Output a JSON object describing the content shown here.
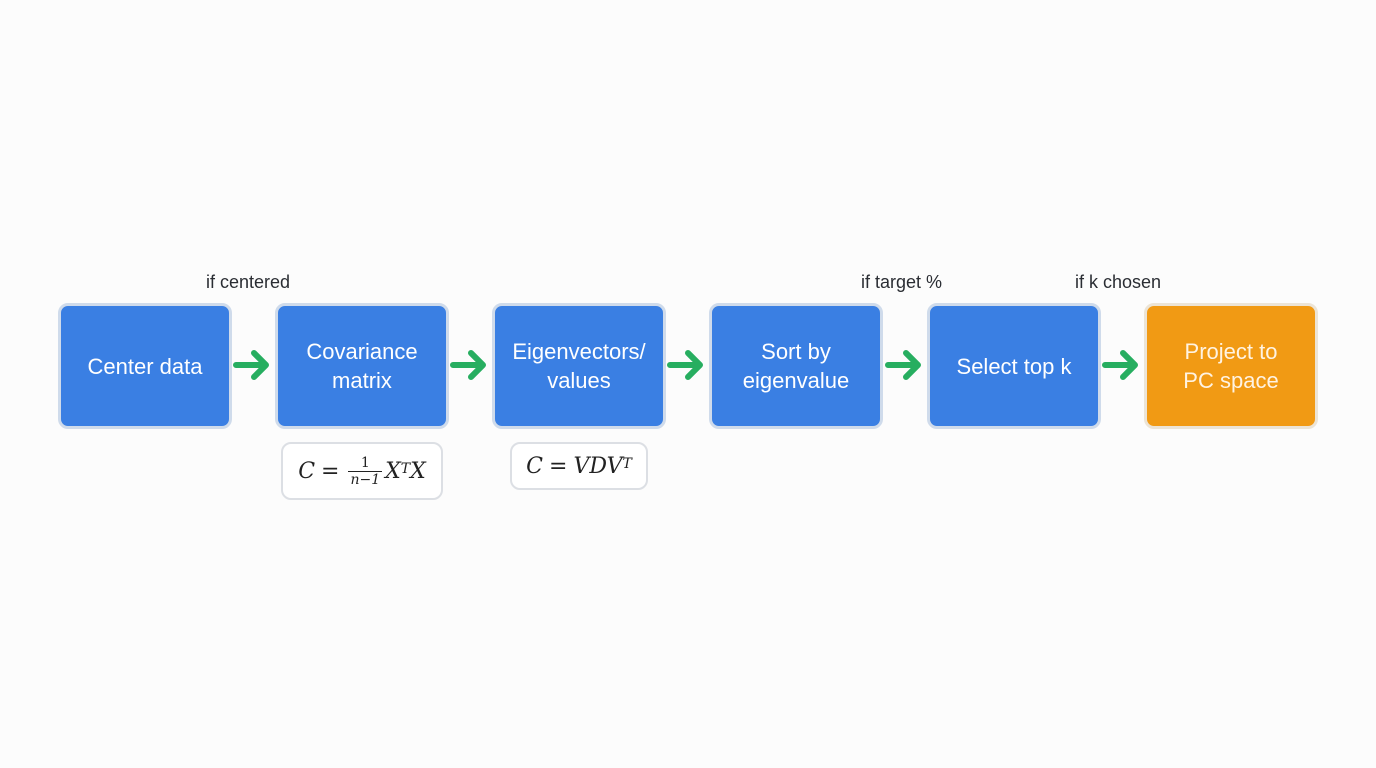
{
  "diagram": {
    "steps": [
      {
        "label": "Center data"
      },
      {
        "label": "Covariance\nmatrix"
      },
      {
        "label": "Eigenvectors/\nvalues"
      },
      {
        "label": "Sort by\neigenvalue"
      },
      {
        "label": "Select top k"
      },
      {
        "label": "Project to\nPC space"
      }
    ],
    "conditions": {
      "centered": "if centered",
      "target_percent": "if target %",
      "k_chosen": "if k chosen"
    },
    "formulas": {
      "covariance": {
        "lhs": "C",
        "eq": "=",
        "frac_num": "1",
        "frac_den": "n−1",
        "rhs_base": "X",
        "rhs_sup": "T",
        "rhs_tail": "X"
      },
      "eigen": {
        "lhs": "C",
        "eq": "=",
        "rhs": "VDV",
        "rhs_sup": "T"
      }
    },
    "colors": {
      "step_fill": "#3a7fe3",
      "final_fill": "#f19a14",
      "arrow": "#27ae60"
    }
  }
}
